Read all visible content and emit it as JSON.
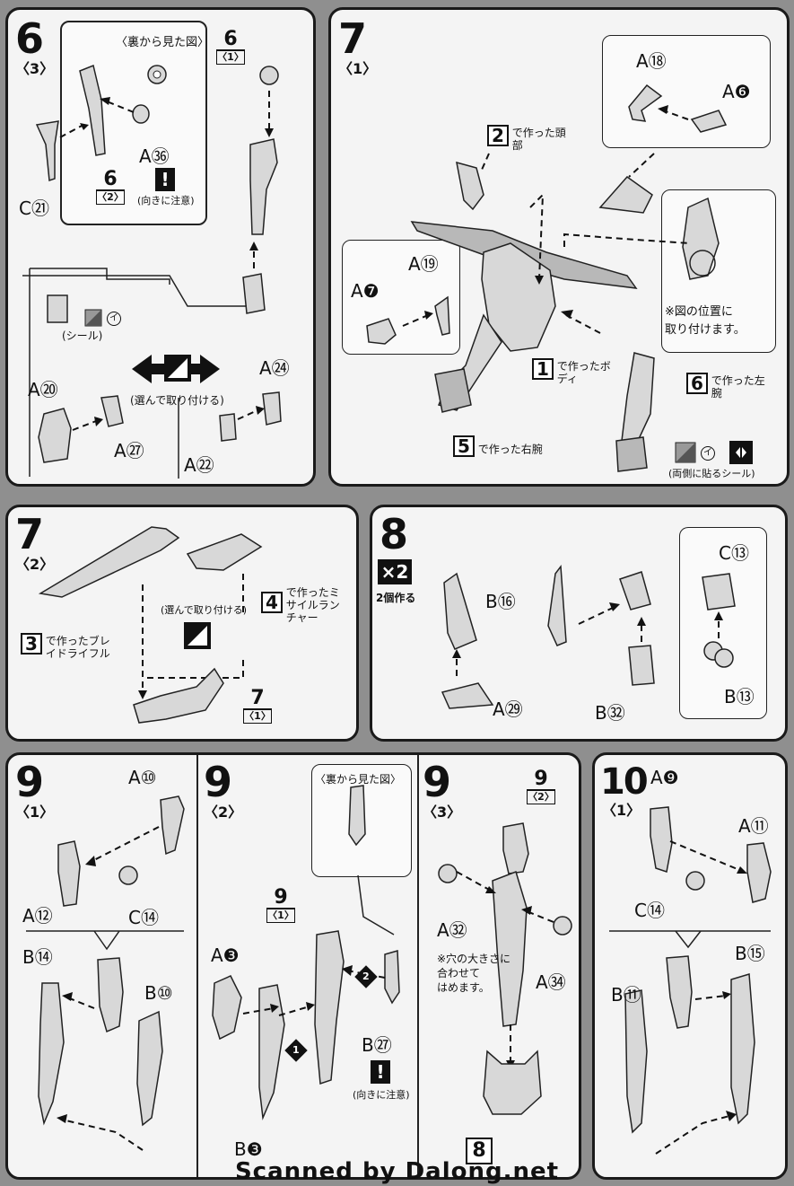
{
  "footer": "Scanned by Dalong.net",
  "step6_3": {
    "number": "6",
    "sub": "〈3〉",
    "rear_view": "〈裏から見た図〉",
    "ref_top": {
      "big": "6",
      "small": "〈1〉"
    },
    "ref_mid": {
      "big": "6",
      "small": "〈2〉"
    },
    "part_a36": "A㊱",
    "part_c21": "C㉑",
    "caution": "(向きに注意)",
    "sticker_label": "(シール)",
    "sticker_mark": "イ",
    "choose": "(選んで取り付ける)",
    "part_a20": "A⑳",
    "part_a27": "A㉗",
    "part_a24": "A㉔",
    "part_a22": "A㉒"
  },
  "step7_1": {
    "number": "7",
    "sub": "〈1〉",
    "part_a18": "A⑱",
    "part_a6": "A❻",
    "part_a19": "A⑲",
    "part_a7": "A❼",
    "ref2_num": "2",
    "ref2_text": "で作った頭部",
    "ref1_num": "1",
    "ref1_text": "で作ったボディ",
    "ref6_num": "6",
    "ref6_text": "で作った左腕",
    "ref5_num": "5",
    "ref5_text": "で作った右腕",
    "position_note_1": "※図の位置に",
    "position_note_2": "取り付けます。",
    "sticker_mark": "イ",
    "both_sides": "(両側に貼るシール)"
  },
  "step7_2": {
    "number": "7",
    "sub": "〈2〉",
    "ref3_num": "3",
    "ref3_text": "で作ったブレイドライフル",
    "ref4_num": "4",
    "ref4_text": "で作ったミサイルランチャー",
    "choose": "(選んで取り付ける)",
    "ref7": {
      "big": "7",
      "small": "〈1〉"
    }
  },
  "step8": {
    "number": "8",
    "times": "×2",
    "make_two": "2個作る",
    "part_b16": "B⑯",
    "part_a29": "A㉙",
    "part_b32": "B㉜",
    "part_c13": "C⑬",
    "part_b13": "B⑬"
  },
  "step9_1": {
    "number": "9",
    "sub": "〈1〉",
    "part_a10": "A⑩",
    "part_a12": "A⑫",
    "part_c14": "C⑭",
    "part_b14": "B⑭",
    "part_b10": "B⑩"
  },
  "step9_2": {
    "number": "9",
    "sub": "〈2〉",
    "rear_view": "〈裏から見た図〉",
    "ref": {
      "big": "9",
      "small": "〈1〉"
    },
    "part_a3": "A❸",
    "part_b3": "B❸",
    "part_b27": "B㉗",
    "caution": "(向きに注意)",
    "order1": "1",
    "order2": "2"
  },
  "step9_3": {
    "number": "9",
    "sub": "〈3〉",
    "ref_top": {
      "big": "9",
      "small": "〈2〉"
    },
    "part_a32": "A㉜",
    "part_a34": "A㉞",
    "note_1": "※穴の大きさに",
    "note_2": "合わせて",
    "note_3": "はめます。",
    "ref_bottom": "8"
  },
  "step10_1": {
    "number": "10",
    "sub": "〈1〉",
    "part_a9": "A❾",
    "part_a11": "A⑪",
    "part_c14": "C⑭",
    "part_b15": "B⑮",
    "part_b11": "B⑪"
  }
}
